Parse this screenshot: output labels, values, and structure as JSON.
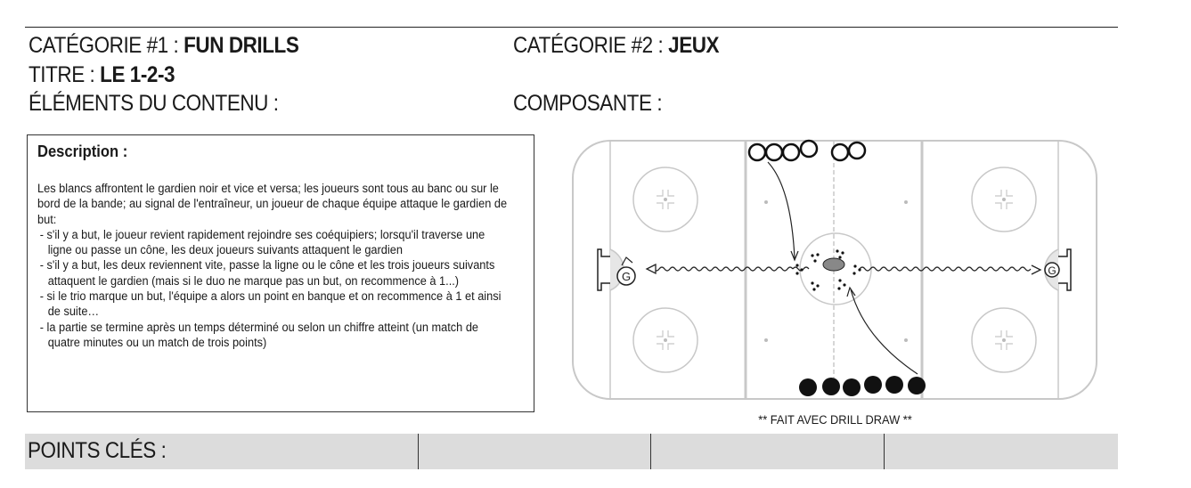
{
  "header": {
    "cat1_label": "CATÉGORIE #1 : ",
    "cat1_value": "FUN DRILLS",
    "cat2_label": "CATÉGORIE #2 : ",
    "cat2_value": "JEUX",
    "title_label": "TITRE : ",
    "title_value": "LE 1-2-3",
    "elements_label": "ÉLÉMENTS DU CONTENU :",
    "composante_label": "COMPOSANTE :"
  },
  "description": {
    "heading": "Description :",
    "intro": "Les blancs affrontent le gardien noir et vice et versa; les joueurs sont tous au banc ou sur le bord de la bande; au signal de l'entraîneur, un joueur de chaque équipe attaque le gardien de but:",
    "items": [
      "- s'il y a but, le joueur revient rapidement rejoindre ses coéquipiers; lorsqu'il traverse une ligne ou passe un cône, les deux joueurs suivants attaquent le gardien",
      "- s'il y a but, les deux reviennent vite, passe la ligne ou le cône et les trois joueurs suivants attaquent le gardien (mais si le duo ne marque pas un but, on recommence à 1...)",
      "- si le trio marque un but, l'équipe a alors un point en banque et on recommence à 1 et ainsi de suite…",
      "- la partie se termine après un temps déterminé ou selon un chiffre atteint (un match de quatre minutes ou un match de trois points)"
    ]
  },
  "diagram": {
    "goalie_letter": "G",
    "caption": "** FAIT AVEC DRILL DRAW **"
  },
  "footer": {
    "points_label": "POINTS CLÉS :"
  }
}
